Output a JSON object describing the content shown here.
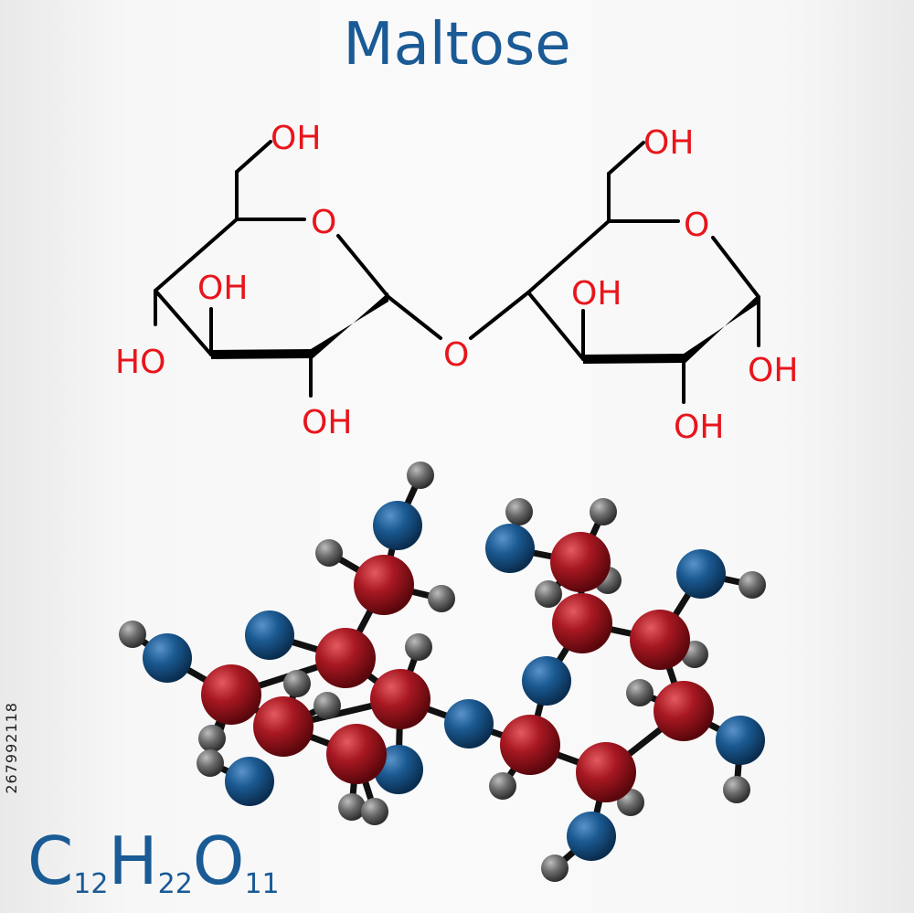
{
  "title": "Maltose",
  "formula": {
    "C": "C",
    "c_count": "12",
    "H": "H",
    "h_count": "22",
    "O": "O",
    "o_count": "11"
  },
  "stock_id": "267992118",
  "labels": {
    "o_ring_left": "O",
    "o_ring_right": "O",
    "o_glycosidic": "O",
    "oh_top_left": "OH",
    "oh_top_right": "OH",
    "ho_left": "HO",
    "oh_left_inner": "OH",
    "oh_left_bottom": "OH",
    "oh_right_inner": "OH",
    "oh_right_side": "OH",
    "oh_right_bottom": "OH"
  },
  "colors": {
    "title": "#1a5a95",
    "oxygen_label": "#e8151b",
    "carbon_atom": "#a81822",
    "oxygen_atom": "#1b5a92",
    "hydrogen_atom": "#6b6b6b",
    "bond": "#000000"
  }
}
